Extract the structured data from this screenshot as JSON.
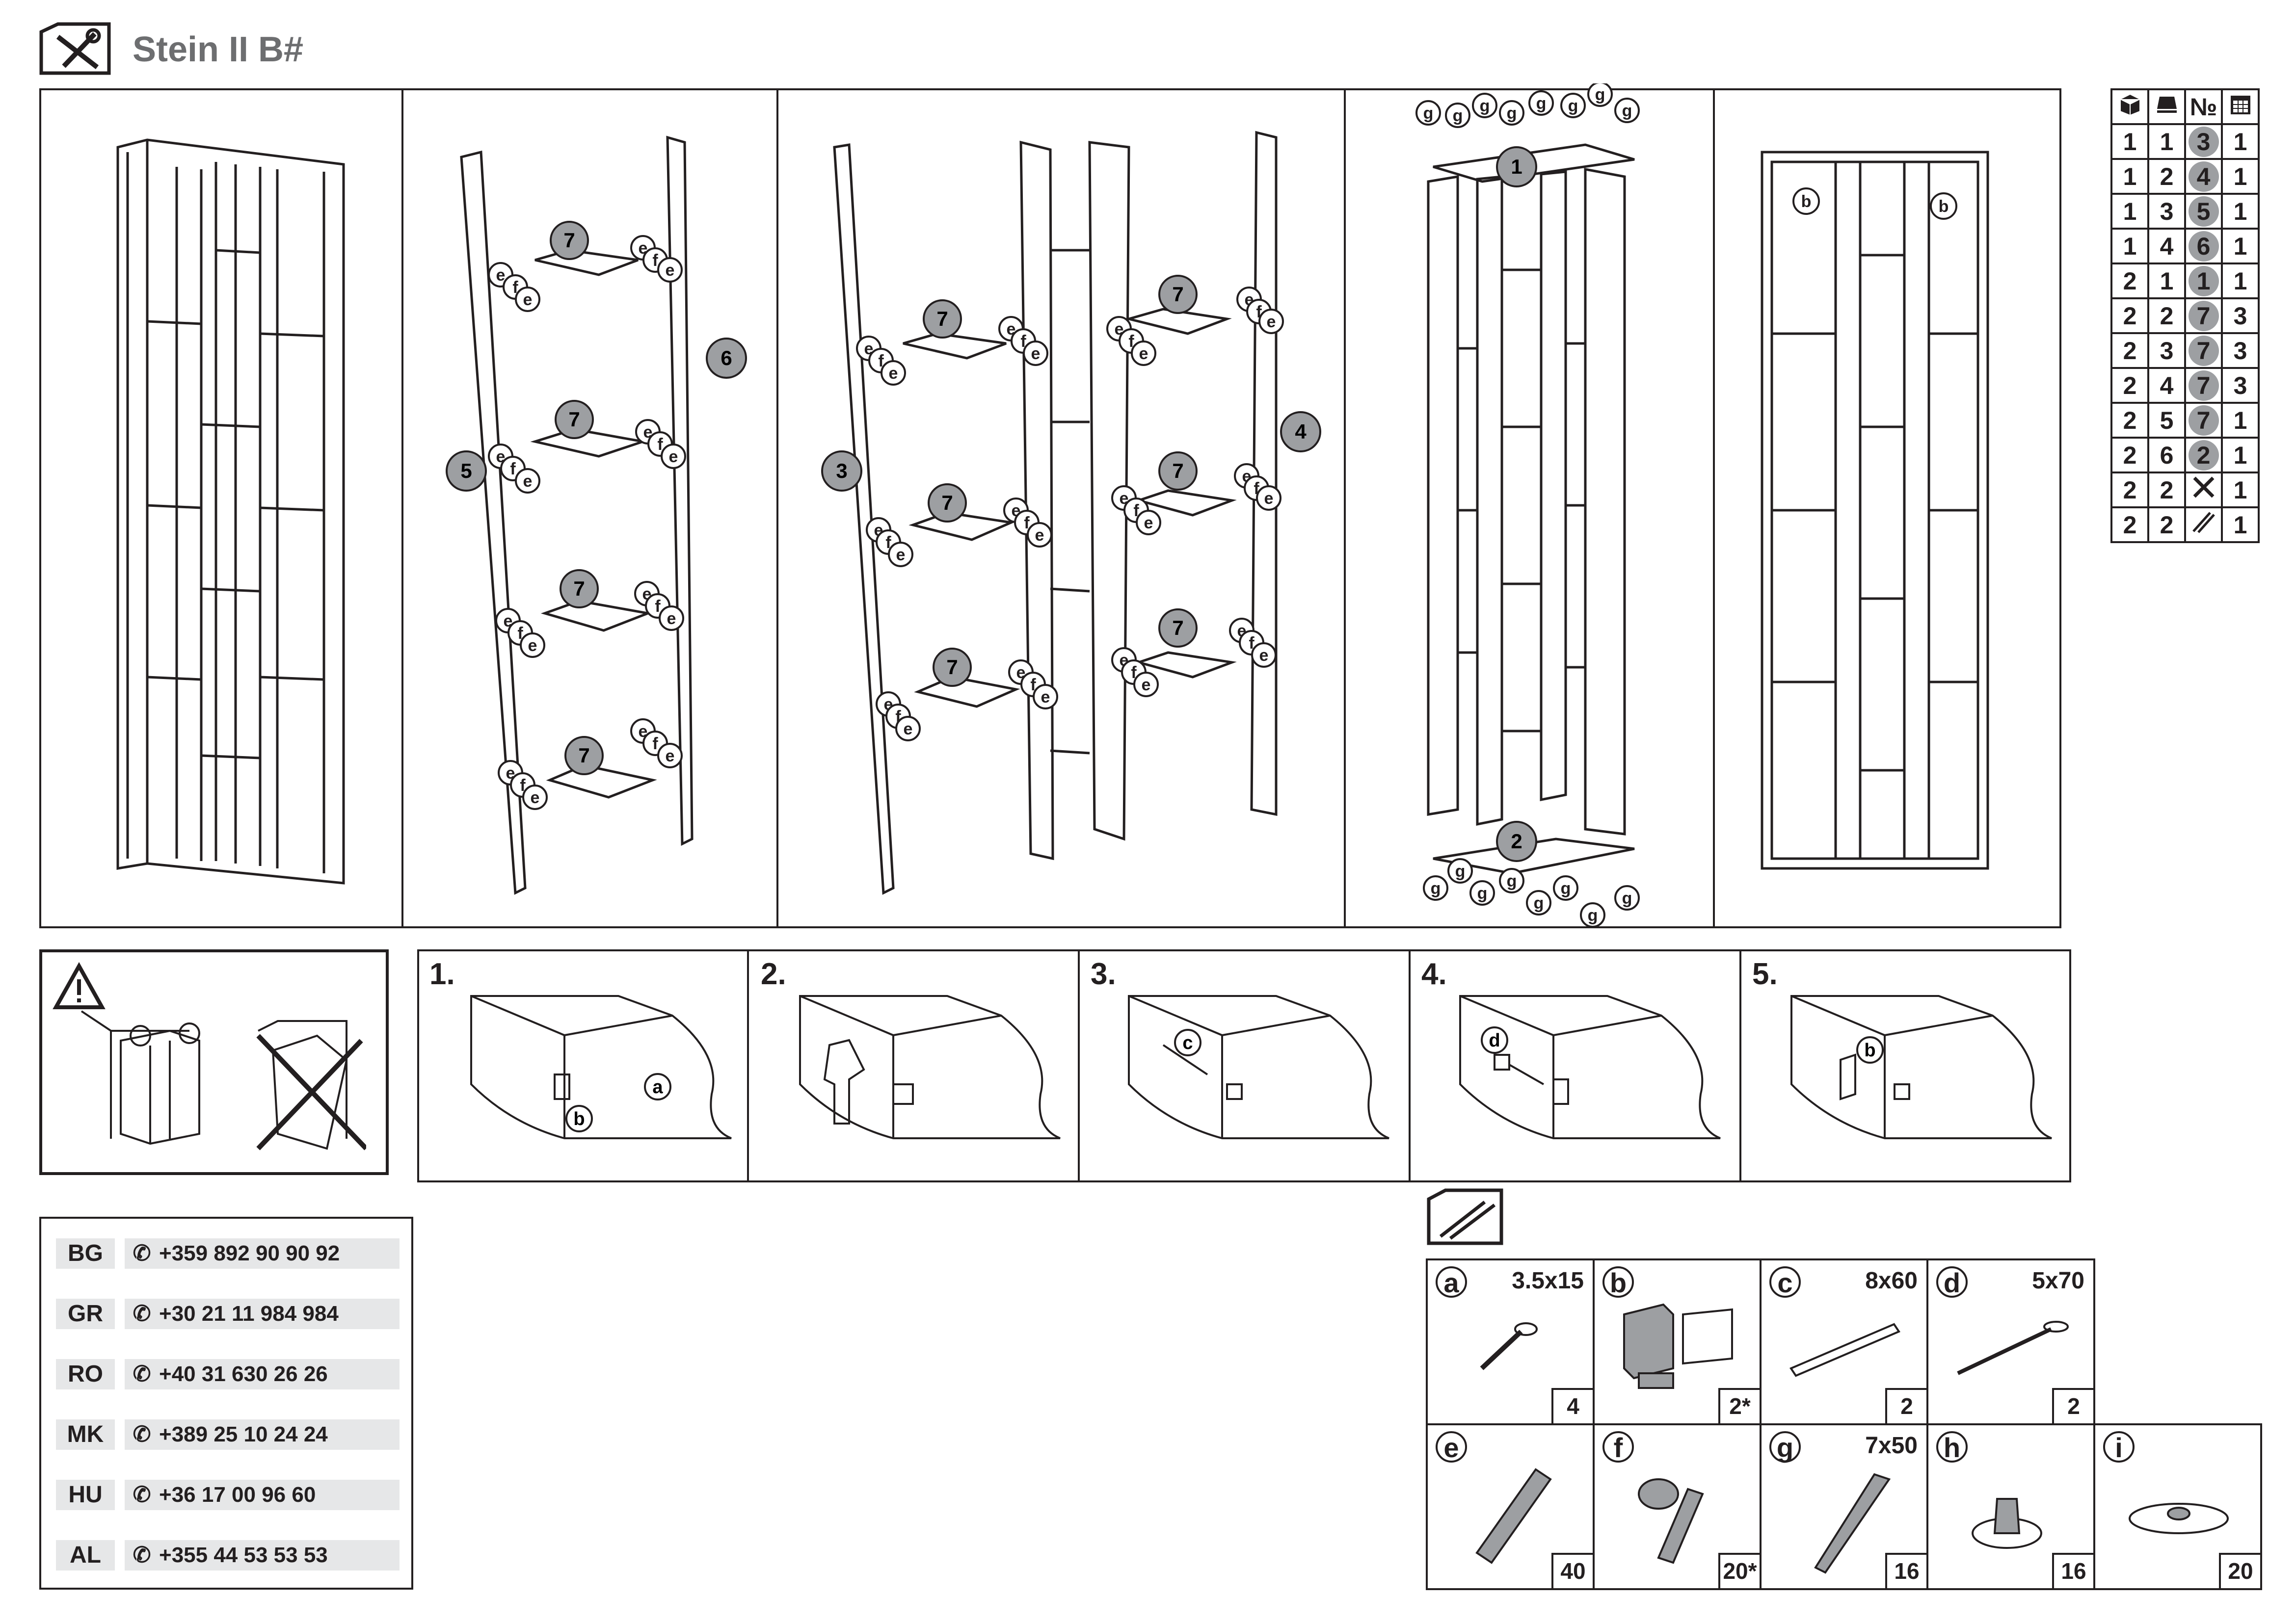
{
  "header": {
    "title": "Stein II B#"
  },
  "parts_table": {
    "header_icons": [
      "box-icon",
      "stack-icon",
      "number-icon",
      "calendar-icon"
    ],
    "number_header": "№",
    "rows": [
      [
        "1",
        "1",
        "3",
        "1"
      ],
      [
        "1",
        "2",
        "4",
        "1"
      ],
      [
        "1",
        "3",
        "5",
        "1"
      ],
      [
        "1",
        "4",
        "6",
        "1"
      ],
      [
        "2",
        "1",
        "1",
        "1"
      ],
      [
        "2",
        "2",
        "7",
        "3"
      ],
      [
        "2",
        "3",
        "7",
        "3"
      ],
      [
        "2",
        "4",
        "7",
        "3"
      ],
      [
        "2",
        "5",
        "7",
        "1"
      ],
      [
        "2",
        "6",
        "2",
        "1"
      ],
      [
        "2",
        "2",
        "tools-icon",
        "1"
      ],
      [
        "2",
        "2",
        "screws-icon",
        "1"
      ]
    ]
  },
  "diagram_labels": {
    "panel_nums": [
      "1",
      "2",
      "3",
      "4",
      "5",
      "6",
      "7"
    ],
    "hardware_refs": [
      "b",
      "e",
      "f",
      "g"
    ]
  },
  "steps": [
    "1.",
    "2.",
    "3.",
    "4.",
    "5."
  ],
  "step_callouts": {
    "s1": [
      "a",
      "b"
    ],
    "s3": [
      "c"
    ],
    "s4": [
      "d"
    ],
    "s5": [
      "b"
    ]
  },
  "phones": [
    {
      "code": "BG",
      "number": "+359 892 90 90 92"
    },
    {
      "code": "GR",
      "number": "+30 21 11 984 984"
    },
    {
      "code": "RO",
      "number": "+40 31 630 26 26"
    },
    {
      "code": "MK",
      "number": "+389 25 10 24 24"
    },
    {
      "code": "HU",
      "number": "+36 17 00 96 60"
    },
    {
      "code": "AL",
      "number": "+355 44 53 53 53"
    }
  ],
  "hardware": [
    {
      "letter": "a",
      "size": "3.5x15",
      "qty": "4"
    },
    {
      "letter": "b",
      "size": "",
      "qty": "2*"
    },
    {
      "letter": "c",
      "size": "8x60",
      "qty": "2"
    },
    {
      "letter": "d",
      "size": "5x70",
      "qty": "2"
    },
    {
      "letter": "e",
      "size": "",
      "qty": "40"
    },
    {
      "letter": "f",
      "size": "",
      "qty": "20*"
    },
    {
      "letter": "g",
      "size": "7x50",
      "qty": "16"
    },
    {
      "letter": "h",
      "size": "",
      "qty": "16"
    },
    {
      "letter": "i",
      "size": "",
      "qty": "20"
    }
  ],
  "colors": {
    "line": "#231f20",
    "callout_fill": "#9d9fa2",
    "title": "#6d6e70",
    "phone_bg": "#e6e7e8"
  }
}
